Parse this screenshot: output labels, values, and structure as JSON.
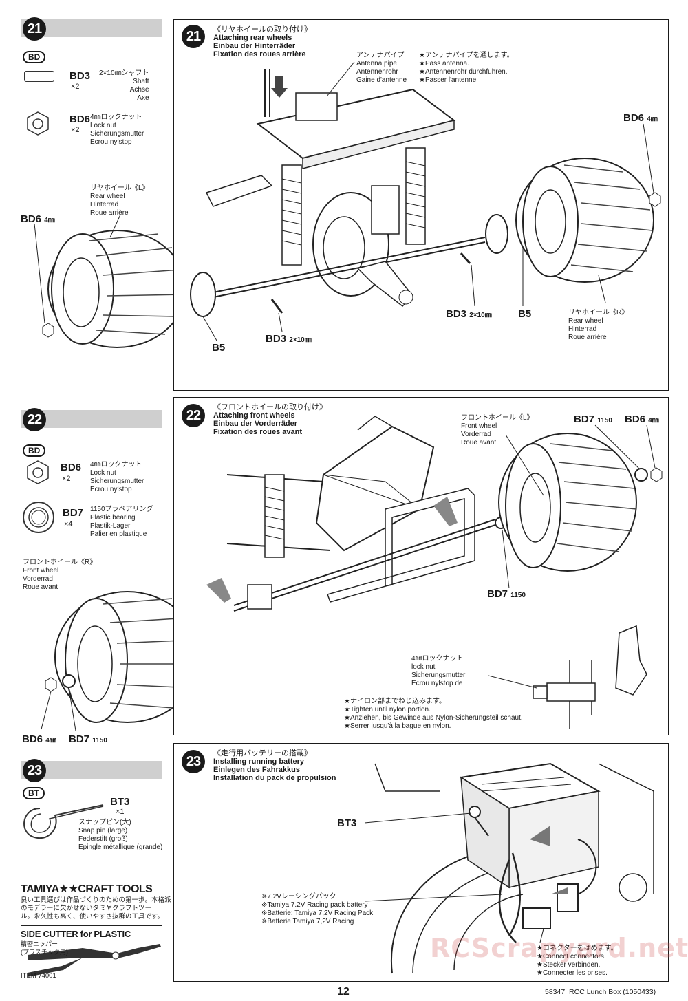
{
  "step21": {
    "number": "21",
    "bag": "BD",
    "parts": [
      {
        "code": "BD3",
        "qty": "×2",
        "lines": "2×10㎜シャフト\nShaft\nAchse\nAxe"
      },
      {
        "code": "BD6",
        "qty": "×2",
        "lines": "4㎜ロックナット\nLock nut\nSicherungsmutter\nEcrou nylstop"
      }
    ],
    "wheel_left": "リヤホイール《L》\nRear wheel\nHinterrad\nRoue arrière",
    "bd6_left": "BD6",
    "bd6_left_size": "4㎜",
    "title_ja": "《リヤホイールの取り付け》",
    "title_en": "Attaching rear wheels",
    "title_de": "Einbau der Hinterräder",
    "title_fr": "Fixation des roues arrière",
    "antenna_label": "アンテナパイプ\nAntenna pipe\nAntennenrohr\nGaine d'antenne",
    "antenna_note": "★アンテナパイプを通します。\n★Pass antenna.\n★Antennenrohr durchführen.\n★Passer l'antenne.",
    "bd6_right": "BD6",
    "bd6_right_size": "4㎜",
    "bd3_right": "BD3",
    "bd3_right_size": "2×10㎜",
    "b5_right": "B5",
    "b5_left": "B5",
    "bd3_left": "BD3",
    "bd3_left_size": "2×10㎜",
    "wheel_right": "リヤホイール《R》\nRear wheel\nHinterrad\nRoue arrière"
  },
  "step22": {
    "number": "22",
    "bag": "BD",
    "parts": [
      {
        "code": "BD6",
        "qty": "×2",
        "lines": "4㎜ロックナット\nLock nut\nSicherungsmutter\nEcrou nylstop"
      },
      {
        "code": "BD7",
        "qty": "×4",
        "lines": "1150プラベアリング\nPlastic bearing\nPlastik-Lager\nPalier en plastique"
      }
    ],
    "wheel_front_r": "フロントホイール《R》\nFront wheel\nVorderrad\nRoue avant",
    "wheel_front_l": "フロントホイール《L》\nFront wheel\nVorderrad\nRoue avant",
    "title_ja": "《フロントホイールの取り付け》",
    "title_en": "Attaching front wheels",
    "title_de": "Einbau der Vorderräder",
    "title_fr": "Fixation des roues avant",
    "bd7": "BD7",
    "bd7_size": "1150",
    "bd6": "BD6",
    "bd6_size": "4㎜",
    "locknut_label": "4㎜ロックナット\nlock nut\nSicherungsmutter\nEcrou nylstop de",
    "nylon_note": "★ナイロン部までねじ込みます。\n★Tighten until nylon portion.\n★Anziehen, bis Gewinde aus Nylon-Sicherungsteil schaut.\n★Serrer jusqu'à la bague en nylon."
  },
  "step23": {
    "number": "23",
    "bag": "BT",
    "part_code": "BT3",
    "part_qty": "×1",
    "part_lines": "スナップピン(大)\nSnap pin (large)\nFederstift (groß)\nEpingle métallique (grande)",
    "title_ja": "《走行用バッテリーの搭載》",
    "title_en": "Installing running battery",
    "title_de": "Einlegen des Fahrakkus",
    "title_fr": "Installation du pack de propulsion",
    "bt3_label": "BT3",
    "battery_note": "※7.2Vレーシングパック\n※Tamiya 7.2V Racing pack battery\n※Batterie: Tamiya 7,2V Racing Pack\n※Batterie Tamiya 7,2V Racing",
    "connector_note": "★コネクターをはめます。\n★Connect connectors.\n★Stecker verbinden.\n★Connecter les prises."
  },
  "tools": {
    "brand": "TAMIYA★★CRAFT TOOLS",
    "ad_text": "良い工具選びは作品づくりのための第一歩。本格派\nのモデラーに欠かせないタミヤクラフトツー\nル。永久性も高く、使いやすさ抜群の工具です。",
    "product": "SIDE CUTTER for PLASTIC",
    "product_ja": "精密ニッパー\n(プラスチック用)",
    "item": "ITEM 74001"
  },
  "footer": {
    "page": "12",
    "doc": "58347  RCC Lunch Box (1050433)"
  },
  "watermark": "RCScrapyard.net"
}
